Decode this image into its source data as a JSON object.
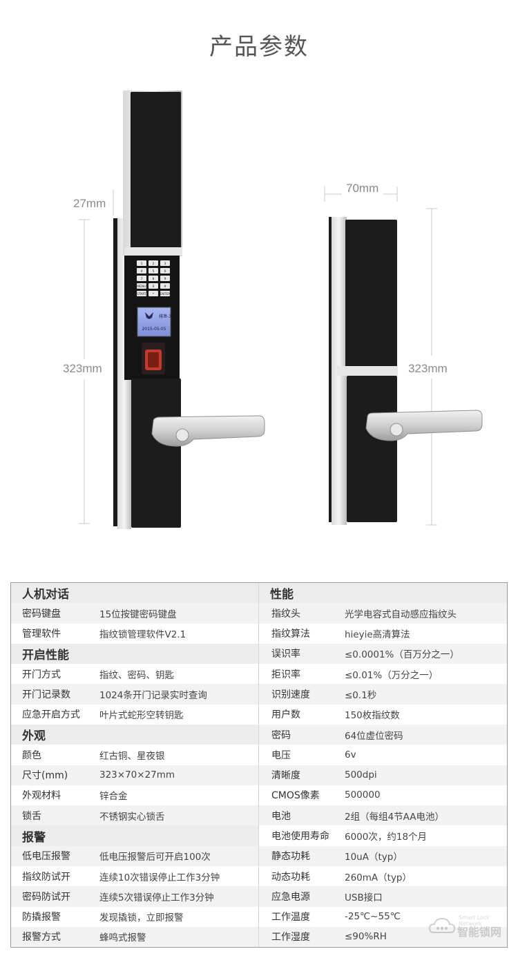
{
  "page": {
    "title": "产品参数"
  },
  "dimensions": {
    "thickness": "27mm",
    "height_left": "323mm",
    "width": "70mm",
    "height_right": "323mm"
  },
  "keypad": {
    "keys": [
      "1",
      "2",
      "3",
      "4",
      "5",
      "6",
      "7",
      "8",
      "9",
      "MENU",
      "0",
      "#",
      "START",
      "*",
      "ENTER"
    ]
  },
  "screen": {
    "line1": "排泄-31",
    "line2": "2015-05-05"
  },
  "specs_left": [
    {
      "type": "section",
      "label": "人机对话"
    },
    {
      "key": "密码键盘",
      "value": "15位按键密码键盘"
    },
    {
      "key": "管理软件",
      "value": "指纹锁管理软件V2.1"
    },
    {
      "type": "section",
      "label": "开启性能"
    },
    {
      "key": "开门方式",
      "value": "指纹、密码、钥匙"
    },
    {
      "key": "开门记录数",
      "value": "1024条开门记录实时查询"
    },
    {
      "key": "应急开启方式",
      "value": "叶片式蛇形空转钥匙"
    },
    {
      "type": "section",
      "label": "外观"
    },
    {
      "key": "颜色",
      "value": "红古铜、星夜银"
    },
    {
      "key": "尺寸(mm)",
      "value": "323×70×27mm"
    },
    {
      "key": "外观材料",
      "value": "锌合金"
    },
    {
      "key": "锁舌",
      "value": "不锈钢实心锁舌"
    },
    {
      "type": "section",
      "label": "报警"
    },
    {
      "key": "低电压报警",
      "value": "低电压报警后可开启100次"
    },
    {
      "key": "指纹防试开",
      "value": "连续10次错误停止工作3分钟"
    },
    {
      "key": "密码防试开",
      "value": "连续5次错误停止工作3分钟"
    },
    {
      "key": "防撬报警",
      "value": "发现撬锁，立即报警"
    },
    {
      "key": "报警方式",
      "value": "蜂鸣式报警"
    }
  ],
  "specs_right": [
    {
      "type": "section",
      "label": "性能"
    },
    {
      "key": "指纹头",
      "value": "光学电容式自动感应指纹头"
    },
    {
      "key": "指纹算法",
      "value": "hieyie高清算法"
    },
    {
      "key": "误识率",
      "value": "≤0.0001%（百万分之一）"
    },
    {
      "key": "拒识率",
      "value": "≤0.01%（万分之一）"
    },
    {
      "key": "识别速度",
      "value": "≤0.1秒"
    },
    {
      "key": "用户数",
      "value": "150枚指纹数"
    },
    {
      "key": "密码",
      "value": "64位虚位密码"
    },
    {
      "key": "电压",
      "value": "6v"
    },
    {
      "key": "清晰度",
      "value": "500dpi"
    },
    {
      "key": "CMOS像素",
      "value": "500000"
    },
    {
      "key": "电池",
      "value": "2组（每组4节AA电池）"
    },
    {
      "key": "电池使用寿命",
      "value": "6000次，约18个月"
    },
    {
      "key": "静态功耗",
      "value": "10uA（typ）"
    },
    {
      "key": "动态功耗",
      "value": "260mA（typ）"
    },
    {
      "key": "应急电源",
      "value": "USB接口"
    },
    {
      "key": "工作温度",
      "value": "-25℃~55℃"
    },
    {
      "key": "工作湿度",
      "value": "≤90%RH"
    }
  ],
  "watermark": {
    "text": "智能锁网",
    "small": "Smart Lock Network"
  }
}
